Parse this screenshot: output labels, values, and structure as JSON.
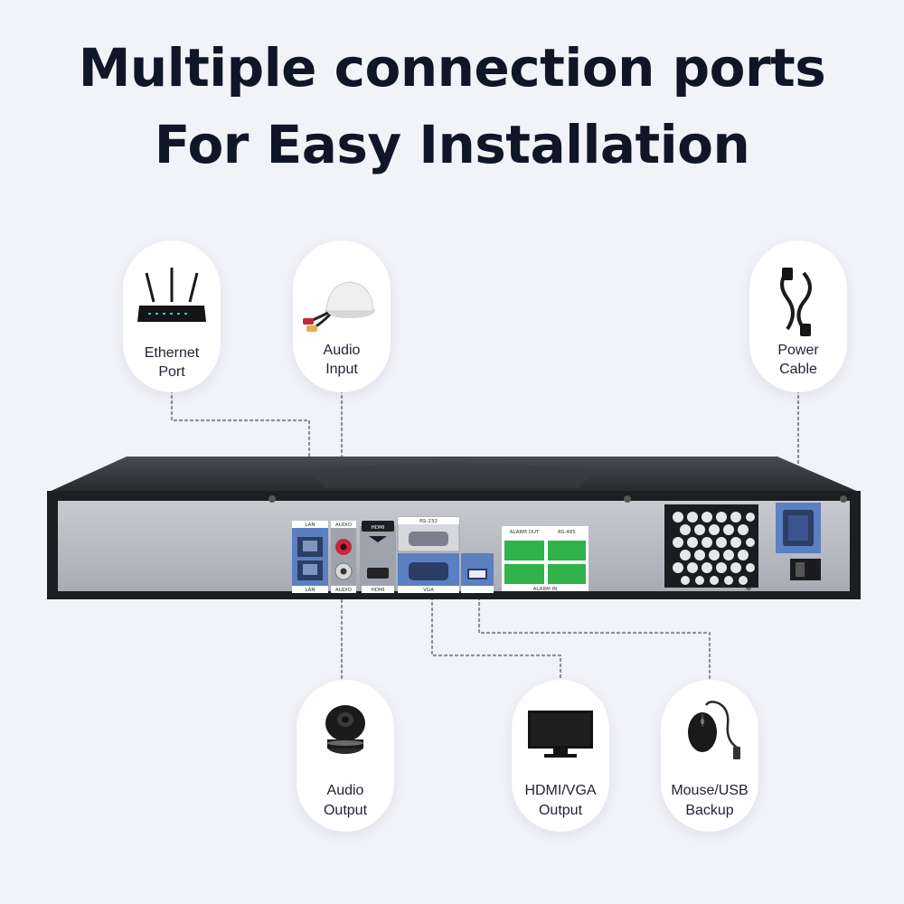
{
  "headline": {
    "line1": "Multiple connection ports",
    "line2": "For Easy Installation"
  },
  "callouts": {
    "ethernet": {
      "line1": "Ethernet",
      "line2": "Port",
      "icon": "router-icon"
    },
    "audio_in": {
      "line1": "Audio",
      "line2": "Input",
      "icon": "microphone-icon"
    },
    "power": {
      "line1": "Power",
      "line2": "Cable",
      "icon": "power-cable-icon"
    },
    "audio_out": {
      "line1": "Audio",
      "line2": "Output",
      "icon": "speaker-icon"
    },
    "hdmi_vga": {
      "line1": "HDMI/VGA",
      "line2": "Output",
      "icon": "monitor-icon"
    },
    "mouse_usb": {
      "line1": "Mouse/USB",
      "line2": "Backup",
      "icon": "mouse-icon"
    }
  },
  "panel_labels": {
    "lan_top": "LAN",
    "lan_bottom": "LAN",
    "audio_top": "AUDIO",
    "audio_bottom": "AUDIO",
    "hdmi_logo": "HDMI",
    "hdmi_bottom": "HDMI",
    "rs232": "RS-232",
    "vga": "VGA",
    "alarm_out": "ALARM OUT",
    "rs485": "RS-485",
    "alarm_in": "ALARM IN"
  },
  "colors": {
    "title": "#101628",
    "background": "#f2f3f8",
    "chassis_top": "#2d2f33",
    "panel": "#b9bcc3",
    "port_block": "#5b7fc0",
    "terminal_green": "#2fb34a",
    "dotted_line": "#8a8f99"
  }
}
